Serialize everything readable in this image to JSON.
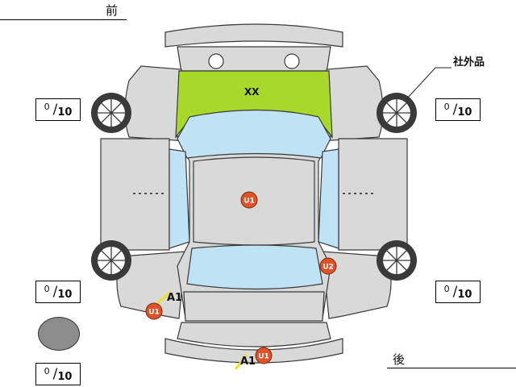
{
  "labels": {
    "front": "前",
    "rear": "後",
    "aftermarket": "社外品",
    "hood_code": "XX"
  },
  "tire_scores": [
    {
      "id": "front-left",
      "numerator": "0",
      "denominator": "10"
    },
    {
      "id": "front-right",
      "numerator": "0",
      "denominator": "10"
    },
    {
      "id": "rear-left",
      "numerator": "0",
      "denominator": "10"
    },
    {
      "id": "rear-right",
      "numerator": "0",
      "denominator": "10"
    },
    {
      "id": "spare",
      "numerator": "0",
      "denominator": "10"
    }
  ],
  "damage_marks": [
    {
      "id": "roof",
      "code": "U1"
    },
    {
      "id": "rear-right-door",
      "code": "U2"
    },
    {
      "id": "rear-left-quarter",
      "code": "U1"
    },
    {
      "id": "rear-bumper",
      "code": "U1"
    }
  ],
  "scratch_notes": [
    {
      "id": "rear-left-quarter",
      "code": "A1"
    },
    {
      "id": "rear-bumper",
      "code": "A1"
    }
  ],
  "colors": {
    "body": "#d9d9d9",
    "outline": "#3a3a3a",
    "glass": "#bfe3f5",
    "hood_highlight": "#a8d82a",
    "damage_mark": "#e0522a",
    "scratch_line": "#f0e020"
  }
}
